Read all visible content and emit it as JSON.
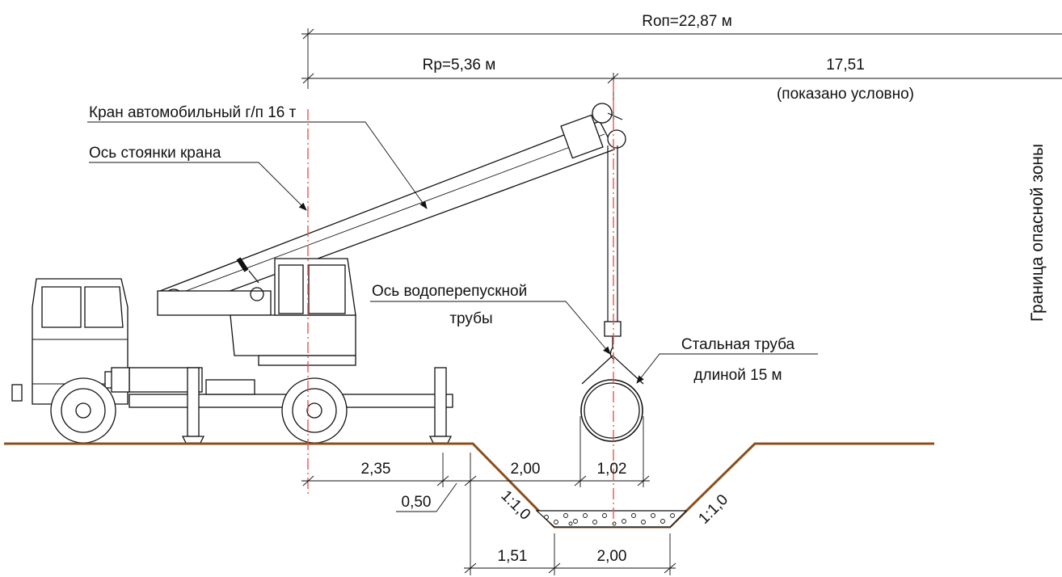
{
  "colors": {
    "ground": "#8b4f1c",
    "axis": "#e8554e",
    "line": "#111111"
  },
  "dimensions": {
    "danger_radius": "Rоп=22,87 м",
    "work_radius": "Rр=5,36 м",
    "remainder": "17,51",
    "remainder_note": "(показано условно)",
    "crane_to_edge": "2,35",
    "edge_to_axis": "2,00",
    "pipe_diameter": "1,02",
    "edge_offset": "0,50",
    "slope_base": "1,51",
    "trench_bottom": "2,00",
    "slope_left": "1:1,0",
    "slope_right": "1:1,0"
  },
  "labels": {
    "crane": "Кран автомобильный г/п 16 т",
    "crane_axis": "Ось стоянки крана",
    "pipe_axis_line1": "Ось водоперепускной",
    "pipe_axis_line2": "трубы",
    "pipe_line1": "Стальная труба",
    "pipe_line2": "длиной 15 м",
    "danger_zone": "Граница опасной зоны"
  }
}
